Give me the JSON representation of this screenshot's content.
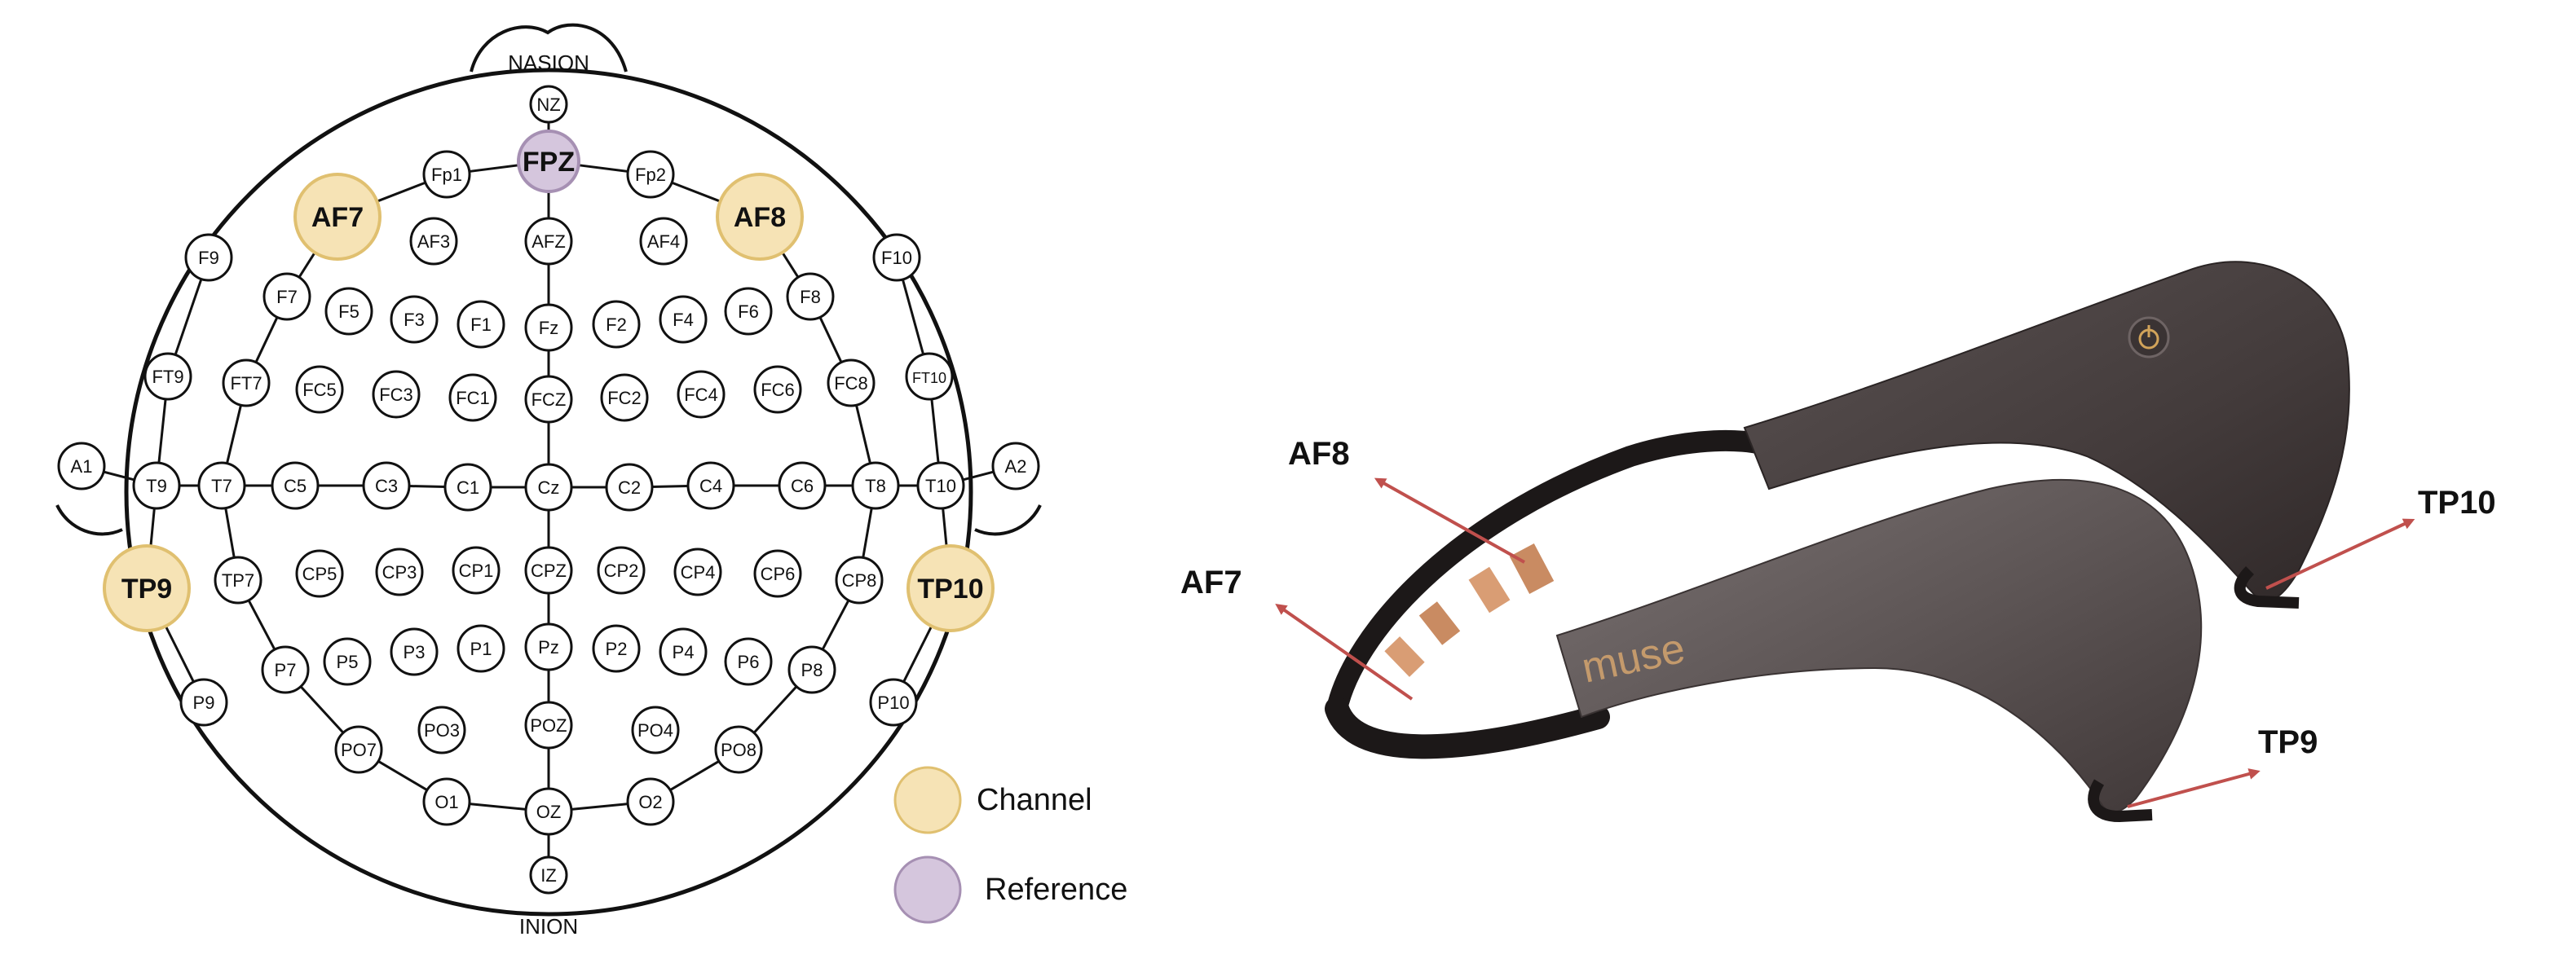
{
  "head_map": {
    "nasion_label": "NASION",
    "inion_label": "INION",
    "electrodes": [
      {
        "id": "NZ",
        "label": "NZ",
        "role": "none"
      },
      {
        "id": "FPZ",
        "label": "FPZ",
        "role": "reference"
      },
      {
        "id": "FP1",
        "label": "Fp1",
        "role": "none"
      },
      {
        "id": "FP2",
        "label": "Fp2",
        "role": "none"
      },
      {
        "id": "AF7",
        "label": "AF7",
        "role": "channel"
      },
      {
        "id": "AF8",
        "label": "AF8",
        "role": "channel"
      },
      {
        "id": "AF3",
        "label": "AF3",
        "role": "none"
      },
      {
        "id": "AFZ",
        "label": "AFZ",
        "role": "none"
      },
      {
        "id": "AF4",
        "label": "AF4",
        "role": "none"
      },
      {
        "id": "F9",
        "label": "F9",
        "role": "none"
      },
      {
        "id": "F10",
        "label": "F10",
        "role": "none"
      },
      {
        "id": "F7",
        "label": "F7",
        "role": "none"
      },
      {
        "id": "F5",
        "label": "F5",
        "role": "none"
      },
      {
        "id": "F3",
        "label": "F3",
        "role": "none"
      },
      {
        "id": "F1",
        "label": "F1",
        "role": "none"
      },
      {
        "id": "FZ",
        "label": "Fz",
        "role": "none"
      },
      {
        "id": "F2",
        "label": "F2",
        "role": "none"
      },
      {
        "id": "F4",
        "label": "F4",
        "role": "none"
      },
      {
        "id": "F6",
        "label": "F6",
        "role": "none"
      },
      {
        "id": "F8",
        "label": "F8",
        "role": "none"
      },
      {
        "id": "FT9",
        "label": "FT9",
        "role": "none"
      },
      {
        "id": "FT7",
        "label": "FT7",
        "role": "none"
      },
      {
        "id": "FC5",
        "label": "FC5",
        "role": "none"
      },
      {
        "id": "FC3",
        "label": "FC3",
        "role": "none"
      },
      {
        "id": "FC1",
        "label": "FC1",
        "role": "none"
      },
      {
        "id": "FCZ",
        "label": "FCZ",
        "role": "none"
      },
      {
        "id": "FC2",
        "label": "FC2",
        "role": "none"
      },
      {
        "id": "FC4",
        "label": "FC4",
        "role": "none"
      },
      {
        "id": "FC6",
        "label": "FC6",
        "role": "none"
      },
      {
        "id": "FC8",
        "label": "FC8",
        "role": "none"
      },
      {
        "id": "FT10",
        "label": "FT10",
        "role": "none"
      },
      {
        "id": "A1",
        "label": "A1",
        "role": "none"
      },
      {
        "id": "T9",
        "label": "T9",
        "role": "none"
      },
      {
        "id": "T7",
        "label": "T7",
        "role": "none"
      },
      {
        "id": "C5",
        "label": "C5",
        "role": "none"
      },
      {
        "id": "C3",
        "label": "C3",
        "role": "none"
      },
      {
        "id": "C1",
        "label": "C1",
        "role": "none"
      },
      {
        "id": "CZ",
        "label": "Cz",
        "role": "none"
      },
      {
        "id": "C2",
        "label": "C2",
        "role": "none"
      },
      {
        "id": "C4",
        "label": "C4",
        "role": "none"
      },
      {
        "id": "C6",
        "label": "C6",
        "role": "none"
      },
      {
        "id": "T8",
        "label": "T8",
        "role": "none"
      },
      {
        "id": "T10",
        "label": "T10",
        "role": "none"
      },
      {
        "id": "A2",
        "label": "A2",
        "role": "none"
      },
      {
        "id": "TP9",
        "label": "TP9",
        "role": "channel"
      },
      {
        "id": "TP7",
        "label": "TP7",
        "role": "none"
      },
      {
        "id": "CP5",
        "label": "CP5",
        "role": "none"
      },
      {
        "id": "CP3",
        "label": "CP3",
        "role": "none"
      },
      {
        "id": "CP1",
        "label": "CP1",
        "role": "none"
      },
      {
        "id": "CPZ",
        "label": "CPZ",
        "role": "none"
      },
      {
        "id": "CP2",
        "label": "CP2",
        "role": "none"
      },
      {
        "id": "CP4",
        "label": "CP4",
        "role": "none"
      },
      {
        "id": "CP6",
        "label": "CP6",
        "role": "none"
      },
      {
        "id": "CP8",
        "label": "CP8",
        "role": "none"
      },
      {
        "id": "TP10",
        "label": "TP10",
        "role": "channel"
      },
      {
        "id": "P9",
        "label": "P9",
        "role": "none"
      },
      {
        "id": "P7",
        "label": "P7",
        "role": "none"
      },
      {
        "id": "P5",
        "label": "P5",
        "role": "none"
      },
      {
        "id": "P3",
        "label": "P3",
        "role": "none"
      },
      {
        "id": "P1",
        "label": "P1",
        "role": "none"
      },
      {
        "id": "PZ",
        "label": "Pz",
        "role": "none"
      },
      {
        "id": "P2",
        "label": "P2",
        "role": "none"
      },
      {
        "id": "P4",
        "label": "P4",
        "role": "none"
      },
      {
        "id": "P6",
        "label": "P6",
        "role": "none"
      },
      {
        "id": "P8",
        "label": "P8",
        "role": "none"
      },
      {
        "id": "P10",
        "label": "P10",
        "role": "none"
      },
      {
        "id": "PO7",
        "label": "PO7",
        "role": "none"
      },
      {
        "id": "PO3",
        "label": "PO3",
        "role": "none"
      },
      {
        "id": "POZ",
        "label": "POZ",
        "role": "none"
      },
      {
        "id": "PO4",
        "label": "PO4",
        "role": "none"
      },
      {
        "id": "PO8",
        "label": "PO8",
        "role": "none"
      },
      {
        "id": "O1",
        "label": "O1",
        "role": "none"
      },
      {
        "id": "OZ",
        "label": "OZ",
        "role": "none"
      },
      {
        "id": "O2",
        "label": "O2",
        "role": "none"
      },
      {
        "id": "IZ",
        "label": "IZ",
        "role": "none"
      }
    ]
  },
  "legend": {
    "channel_label": "Channel",
    "reference_label": "Reference"
  },
  "colors": {
    "channel_fill": "#f6e3b5",
    "channel_stroke": "#e0c070",
    "reference_fill": "#d5c6dd",
    "reference_stroke": "#a690b3",
    "line": "#111111",
    "band_dark": "#4a4242",
    "band_light": "#6a6262",
    "arrow": "#c0504d"
  },
  "headband": {
    "brand_text": "muse",
    "power_icon": "power-icon",
    "sensor_labels": {
      "af8": "AF8",
      "af7": "AF7",
      "tp10": "TP10",
      "tp9": "TP9"
    }
  }
}
